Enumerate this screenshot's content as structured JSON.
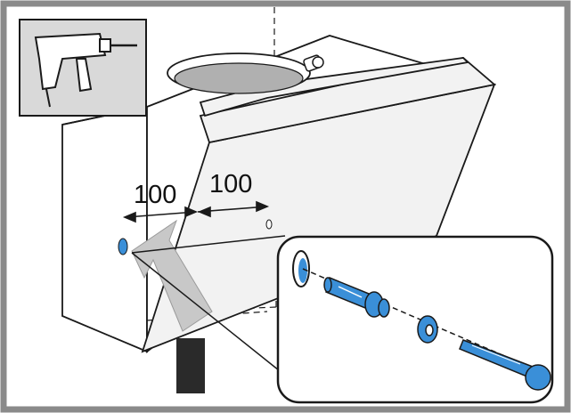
{
  "diagram": {
    "tool": {
      "name": "drill-icon"
    },
    "dimensions": {
      "left": "100",
      "right": "100"
    },
    "detail": {
      "components": [
        "wall-hole",
        "wall-plug",
        "washer",
        "screw"
      ]
    },
    "colors": {
      "frame": "#8a8a8a",
      "line": "#1a1a1a",
      "part_fill": "#f2f2f2",
      "accent_blue": "#3a8fd8",
      "arrow_fill": "#c8c8c8",
      "icon_bg": "#d9d9d9"
    }
  }
}
